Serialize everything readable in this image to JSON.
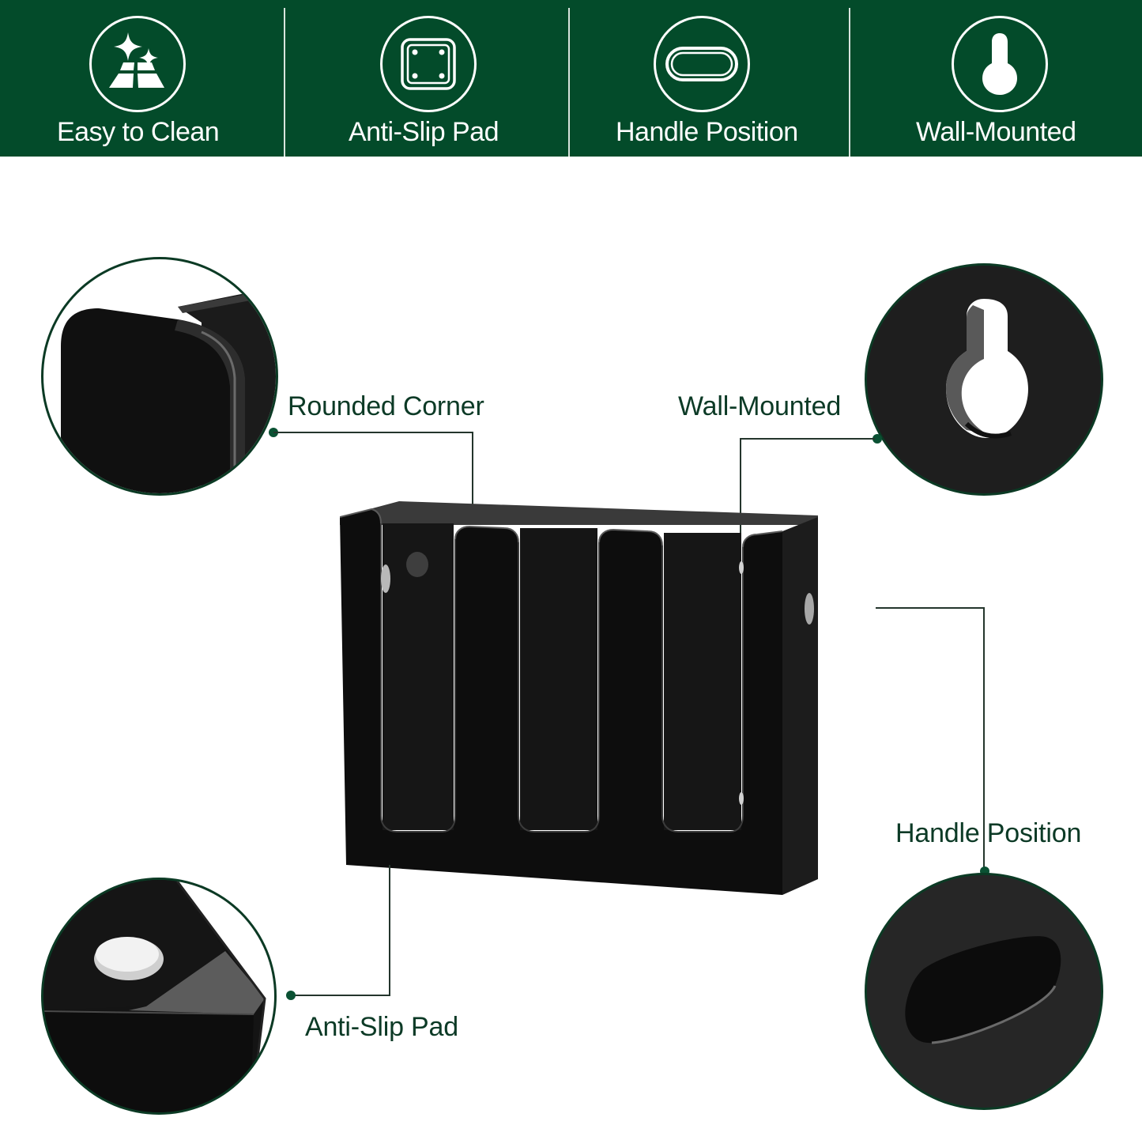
{
  "banner": {
    "background": "#034b2a",
    "features": [
      {
        "label": "Easy to Clean",
        "icon": "sparkle-floor-icon"
      },
      {
        "label": "Anti-Slip Pad",
        "icon": "anti-slip-pad-icon"
      },
      {
        "label": "Handle Position",
        "icon": "handle-slot-icon"
      },
      {
        "label": "Wall-Mounted",
        "icon": "keyhole-icon"
      }
    ]
  },
  "callouts": {
    "rounded_corner": "Rounded Corner",
    "wall_mounted": "Wall-Mounted",
    "handle_position": "Handle Position",
    "anti_slip_pad": "Anti-Slip Pad"
  },
  "product": {
    "name": "3-slot black acrylic cup dispenser",
    "slots": 3,
    "color": "#0d0d0d"
  },
  "colors": {
    "accent_green": "#034b2a",
    "callout_text": "#0c3a26",
    "leader_dot": "#0a5133"
  }
}
